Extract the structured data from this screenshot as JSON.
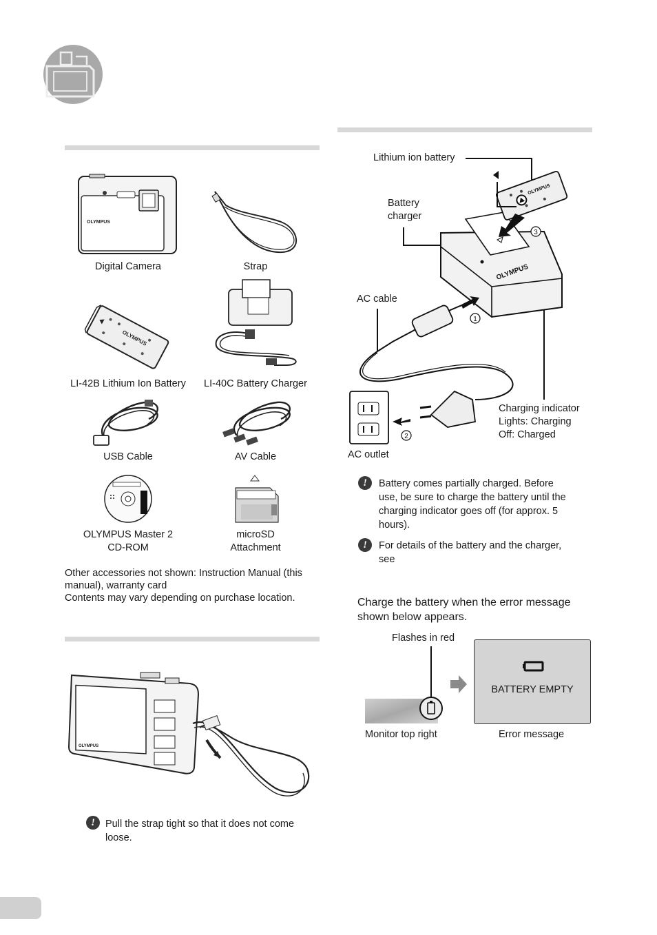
{
  "left": {
    "box_contents": {
      "items": [
        {
          "label": "Digital Camera",
          "icon": "digital-camera-icon"
        },
        {
          "label": "Strap",
          "icon": "strap-icon"
        },
        {
          "label": "LI-42B Lithium Ion Battery",
          "icon": "battery-icon"
        },
        {
          "label": "LI-40C Battery Charger",
          "icon": "battery-charger-icon"
        },
        {
          "label": "USB Cable",
          "icon": "usb-cable-icon"
        },
        {
          "label": "AV Cable",
          "icon": "av-cable-icon"
        },
        {
          "label_line1": "OLYMPUS Master 2",
          "label_line2": "CD-ROM",
          "icon": "cd-rom-icon"
        },
        {
          "label_line1": "microSD",
          "label_line2": "Attachment",
          "icon": "microsd-attachment-icon"
        }
      ],
      "other_accessories_line1": "Other accessories not shown: Instruction Manual (this",
      "other_accessories_line2": "manual), warranty card",
      "contents_note": "Contents may vary depending on purchase location."
    },
    "strap_note_line1": "Pull the strap tight so that it does not come",
    "strap_note_line2": "loose."
  },
  "right": {
    "charging_diagram": {
      "lithium_ion_battery": "Lithium ion battery",
      "battery_charger_line1": "Battery",
      "battery_charger_line2": "charger",
      "ac_cable": "AC cable",
      "ac_outlet": "AC outlet",
      "charging_indicator": "Charging indicator",
      "lights_charging": "Lights: Charging",
      "off_charged": "Off: Charged",
      "step1": "1",
      "step2": "2",
      "step3": "3",
      "charger_brand": "OLYMPUS",
      "battery_brand": "OLYMPUS"
    },
    "notes": [
      {
        "lines": [
          "Battery comes partially charged. Before",
          "use, be sure to charge the battery until the",
          "charging indicator goes off (for approx. 5",
          "hours)."
        ]
      },
      {
        "lines": [
          "For details of the battery and the charger,",
          "see"
        ]
      }
    ],
    "when_to_charge_line1": "Charge the battery when the error message",
    "when_to_charge_line2": "shown below appears.",
    "error_display": {
      "flashes_in_red": "Flashes in red",
      "monitor_top_right": "Monitor top right",
      "error_message_caption": "Error message",
      "battery_empty": "BATTERY EMPTY"
    }
  },
  "colors": {
    "section_rule": "#d8d8d8",
    "chapter_circle": "#a9a9a9",
    "error_panel": "#d4d4d4",
    "page_tab": "#d0d0d0"
  }
}
